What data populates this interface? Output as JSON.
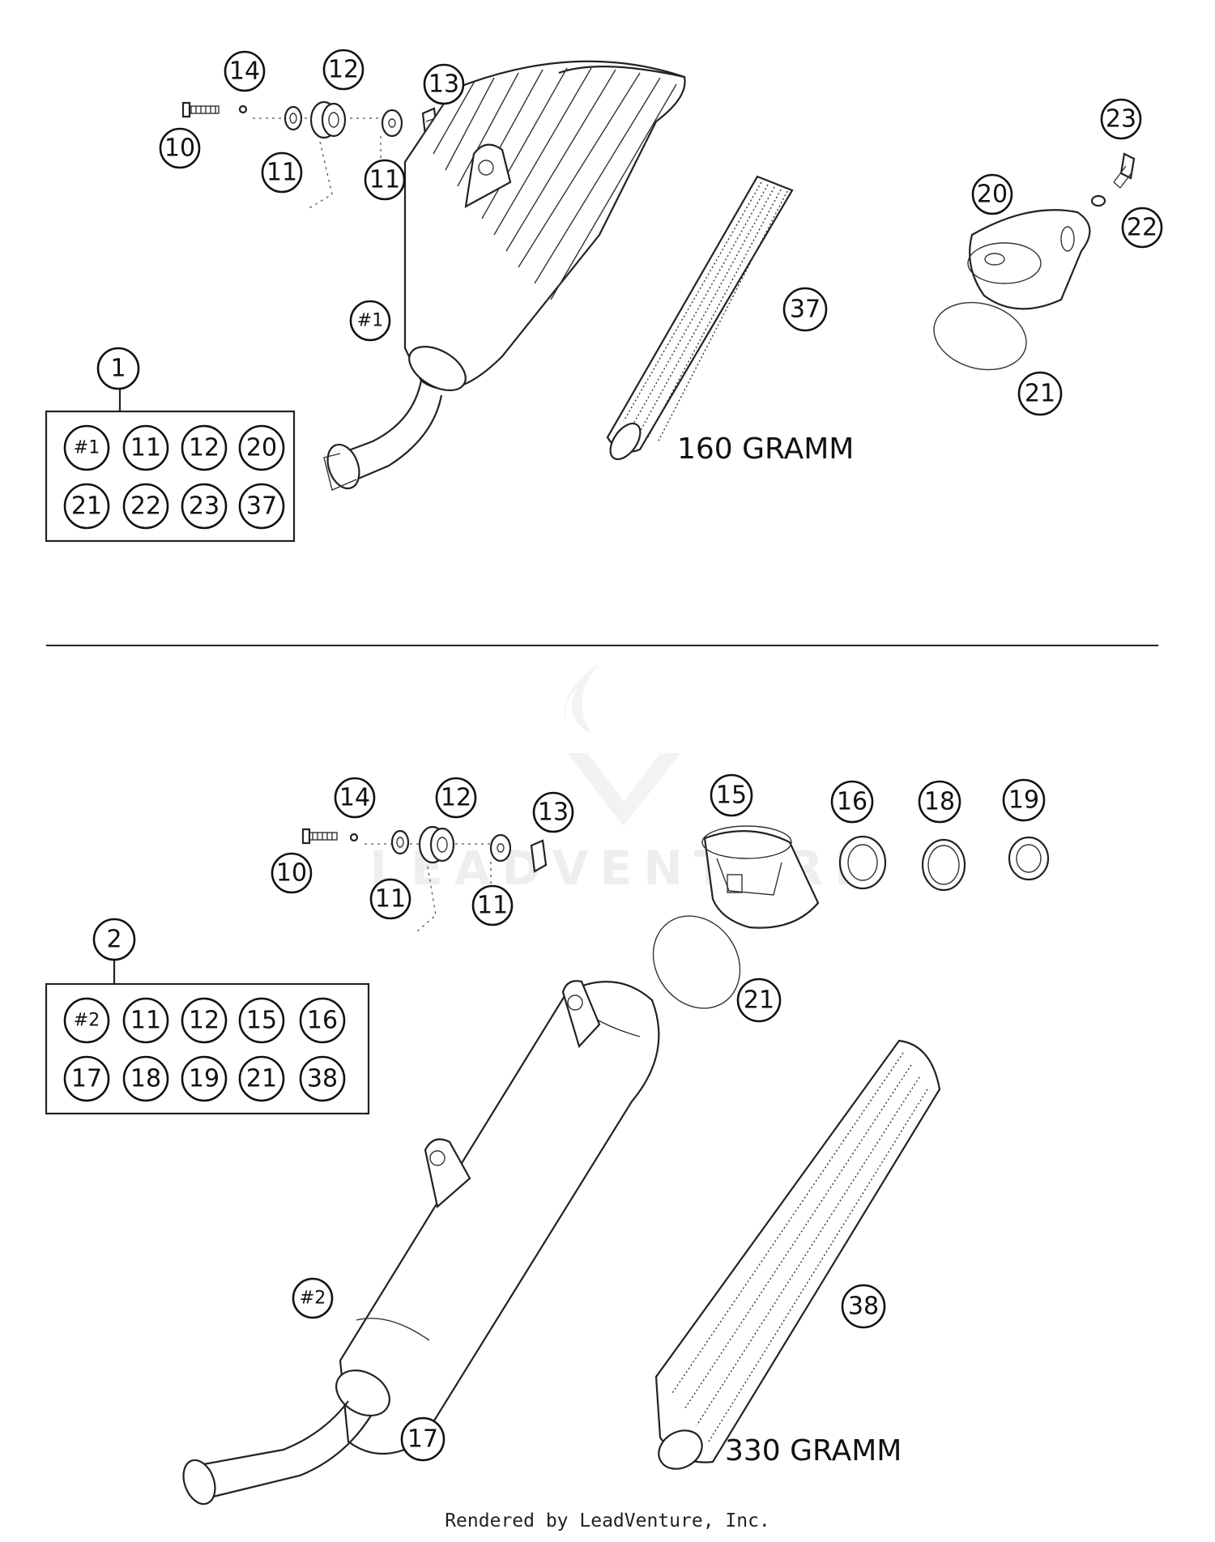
{
  "diagram": {
    "top_group": {
      "kit_number": "1",
      "kit_items": [
        "#1",
        "11",
        "12",
        "20",
        "21",
        "22",
        "23",
        "37"
      ],
      "callouts": [
        "14",
        "12",
        "13",
        "10",
        "11",
        "11",
        "#1",
        "37",
        "23",
        "20",
        "22",
        "21"
      ],
      "packing_weight": "160 GRAMM"
    },
    "bottom_group": {
      "kit_number": "2",
      "kit_items": [
        "#2",
        "11",
        "12",
        "15",
        "16",
        "17",
        "18",
        "19",
        "21",
        "38"
      ],
      "callouts": [
        "14",
        "12",
        "13",
        "10",
        "11",
        "11",
        "15",
        "16",
        "18",
        "19",
        "21",
        "#2",
        "17",
        "38"
      ],
      "packing_weight": "330 GRAMM"
    },
    "watermark": "LEADVENTURE",
    "footer": "Rendered by LeadVenture, Inc."
  }
}
